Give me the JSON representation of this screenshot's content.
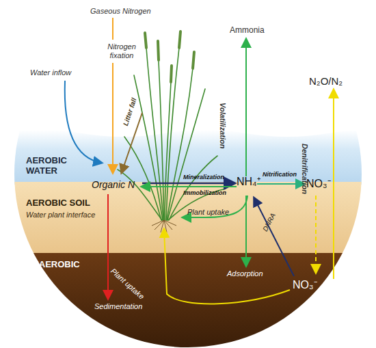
{
  "diagram": {
    "nodes": [
      {
        "text": [
          "AEROBIC WATER"
        ]
      },
      {
        "text": [
          "AEROBIC SOIL",
          "Water plant interface"
        ]
      },
      {
        "text": [
          "ANAEROBIC SOIL"
        ]
      }
    ],
    "labels": [
      "Gaseous Nitrogen",
      "Nitrogen fixation",
      "Water inflow",
      "Litter fall",
      "Ammonia",
      "Volatilization",
      "N₂O/N₂",
      "Denitrification",
      "Organic N",
      "Mineralization",
      "Immobilization",
      "NH₄⁺",
      "Nitrification",
      "NO₃⁻",
      "Plant uptake",
      "DNRA",
      "Adsorption",
      "NO₃⁻",
      "Plant uptake",
      "Sedimentation"
    ]
  }
}
